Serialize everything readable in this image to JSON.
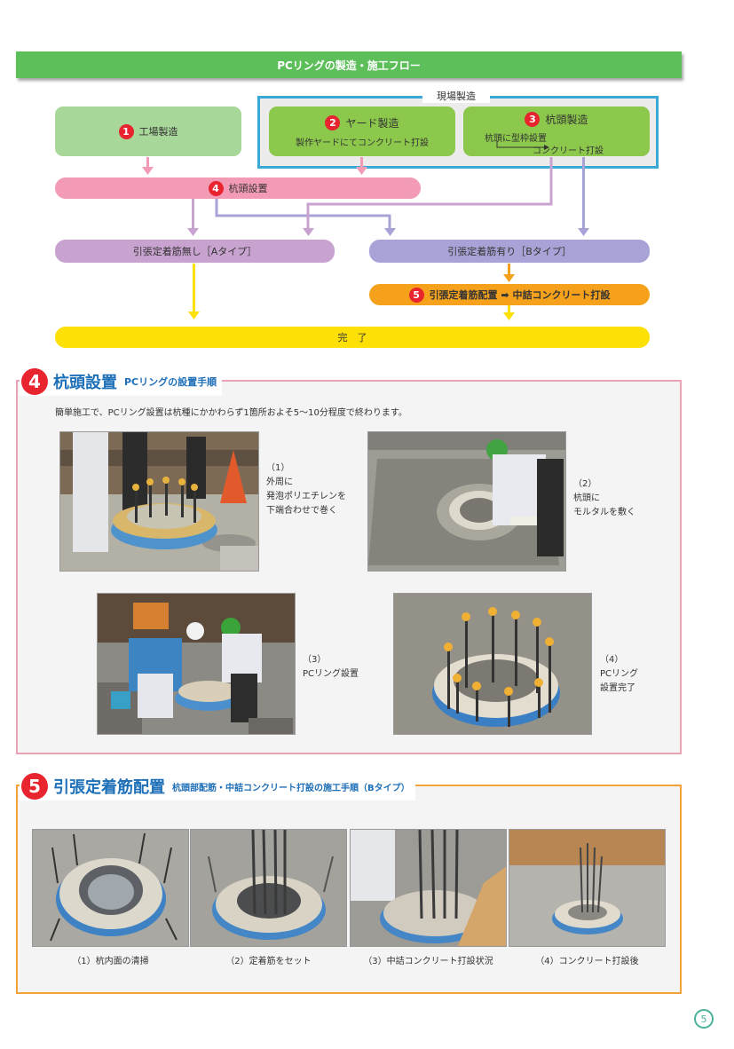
{
  "header": {
    "title": "PCリングの製造・施工フロー"
  },
  "flow": {
    "site_group_label": "現場製造",
    "box1": {
      "num": "1",
      "title": "工場製造"
    },
    "box2": {
      "num": "2",
      "title": "ヤード製造",
      "sub": "製作ヤードにてコンクリート打設"
    },
    "box3": {
      "num": "3",
      "title": "杭頭製造",
      "sub1": "杭頭に型枠設置",
      "sub2": "コンクリート打設"
    },
    "bar4": {
      "num": "4",
      "label": "杭頭設置"
    },
    "type_a": "引張定着筋無し［Aタイプ］",
    "type_b": "引張定着筋有り［Bタイプ］",
    "bar5": {
      "num": "5",
      "label": "引張定着筋配置 ➡ 中詰コンクリート打設"
    },
    "done": "完　了"
  },
  "section4": {
    "num": "4",
    "title": "杭頭設置",
    "subtitle": "PCリングの設置手順",
    "intro": "簡単施工で、PCリング設置は杭種にかかわらず1箇所およそ5～10分程度で終わります。",
    "steps": [
      {
        "lines": [
          "（1）",
          "外周に",
          "発泡ポリエチレンを",
          "下端合わせで巻く"
        ]
      },
      {
        "lines": [
          "（2）",
          "杭頭に",
          "モルタルを敷く"
        ]
      },
      {
        "lines": [
          "（3）",
          "PCリング設置"
        ]
      },
      {
        "lines": [
          "（4）",
          "PCリング",
          "設置完了"
        ]
      }
    ]
  },
  "section5": {
    "num": "5",
    "title": "引張定着筋配置",
    "subtitle": "杭頭部配筋・中詰コンクリート打設の施工手順（Bタイプ）",
    "captions": [
      "（1）杭内面の清掃",
      "（2）定着筋をセット",
      "（3）中詰コンクリート打設状況",
      "（4）コンクリート打設後"
    ]
  },
  "page_number": "5",
  "colors": {
    "header_green": "#5cbf5a",
    "factory_green": "#a8d79a",
    "site_green": "#8cc84b",
    "site_frame": "#3aa9d8",
    "pink": "#f39ab4",
    "purple_a": "#c9a3d0",
    "purple_b": "#a8a3d6",
    "orange": "#f5a11b",
    "yellow": "#fde005",
    "red": "#e8242f"
  }
}
